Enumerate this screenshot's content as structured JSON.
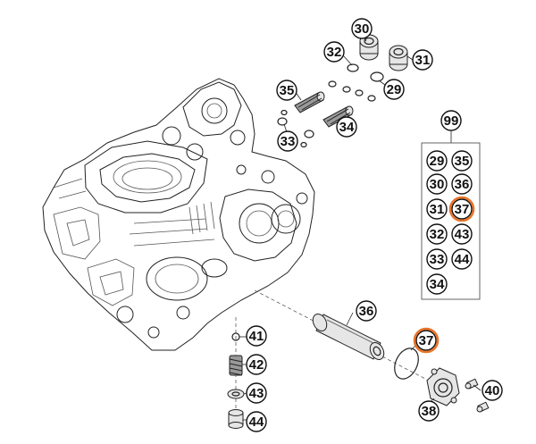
{
  "diagram": {
    "kit": {
      "number": "99",
      "left_column": [
        "29",
        "30",
        "31",
        "32",
        "33",
        "34"
      ],
      "right_column": [
        "35",
        "36",
        "37",
        "43",
        "44"
      ]
    },
    "callouts": {
      "c30": "30",
      "c32": "32",
      "c31": "31",
      "c29": "29",
      "c35": "35",
      "c34": "34",
      "c33": "33",
      "c36": "36",
      "c37": "37",
      "c38": "38",
      "c40": "40",
      "c41": "41",
      "c42": "42",
      "c43": "43",
      "c44": "44"
    },
    "highlight_color": "#e8742a"
  }
}
